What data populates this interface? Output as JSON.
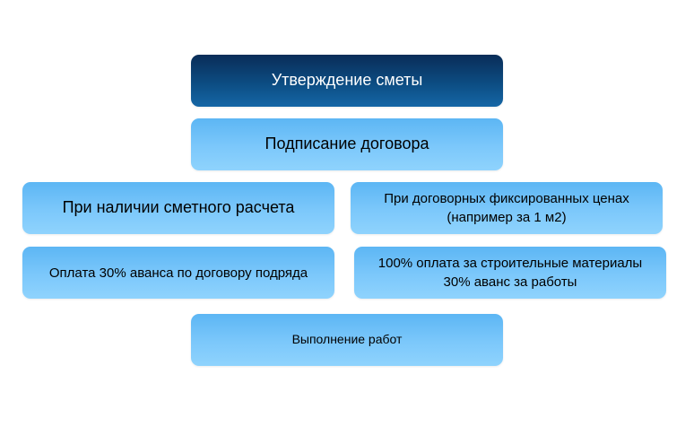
{
  "diagram": {
    "colors": {
      "dark_box": "#0c4c82",
      "light_box": "#7cc8fb",
      "dark_text": "#ffffff",
      "light_text": "#000000"
    },
    "nodes": {
      "approve": {
        "lines": [
          "Утверждение сметы"
        ]
      },
      "sign": {
        "lines": [
          "Подписание договора"
        ]
      },
      "estimate": {
        "lines": [
          "При наличии сметного расчета"
        ]
      },
      "fixed_prices": {
        "lines": [
          "При договорных фиксированных ценах",
          "(например за 1 м2)"
        ]
      },
      "advance_30": {
        "lines": [
          "Оплата 30% аванса по договору подряда"
        ]
      },
      "full_100": {
        "lines": [
          "100% оплата за строительные материалы",
          "30% аванс за работы"
        ]
      },
      "work": {
        "lines": [
          "Выполнение работ"
        ]
      }
    }
  }
}
